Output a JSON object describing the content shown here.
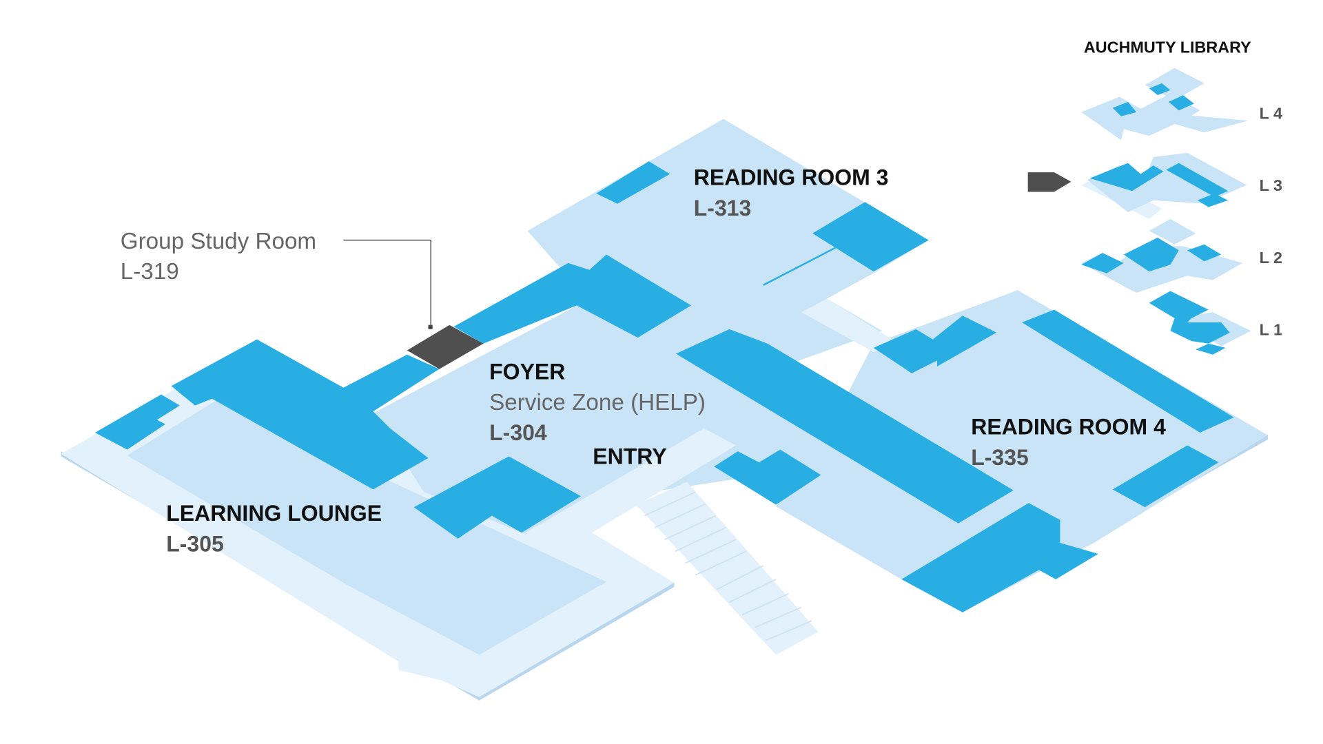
{
  "building": "AUCHMUTY LIBRARY",
  "current_level": "L 3",
  "levels": [
    {
      "label": "L 4"
    },
    {
      "label": "L 3"
    },
    {
      "label": "L 2"
    },
    {
      "label": "L 1"
    }
  ],
  "rooms": {
    "reading_room_3": {
      "name": "READING ROOM 3",
      "code": "L-313"
    },
    "group_study": {
      "name": "Group Study Room",
      "code": "L-319"
    },
    "foyer": {
      "name": "FOYER",
      "sub": "Service Zone (HELP)",
      "code": "L-304"
    },
    "entry": {
      "name": "ENTRY"
    },
    "learning_lounge": {
      "name": "LEARNING LOUNGE",
      "code": "L-305"
    },
    "reading_room_4": {
      "name": "READING ROOM 4",
      "code": "L-335"
    }
  },
  "colors": {
    "room": "#29aee4",
    "floor": "#c9e3f7",
    "walkway": "#e2f1fc",
    "highlight": "#4f4f4f"
  }
}
